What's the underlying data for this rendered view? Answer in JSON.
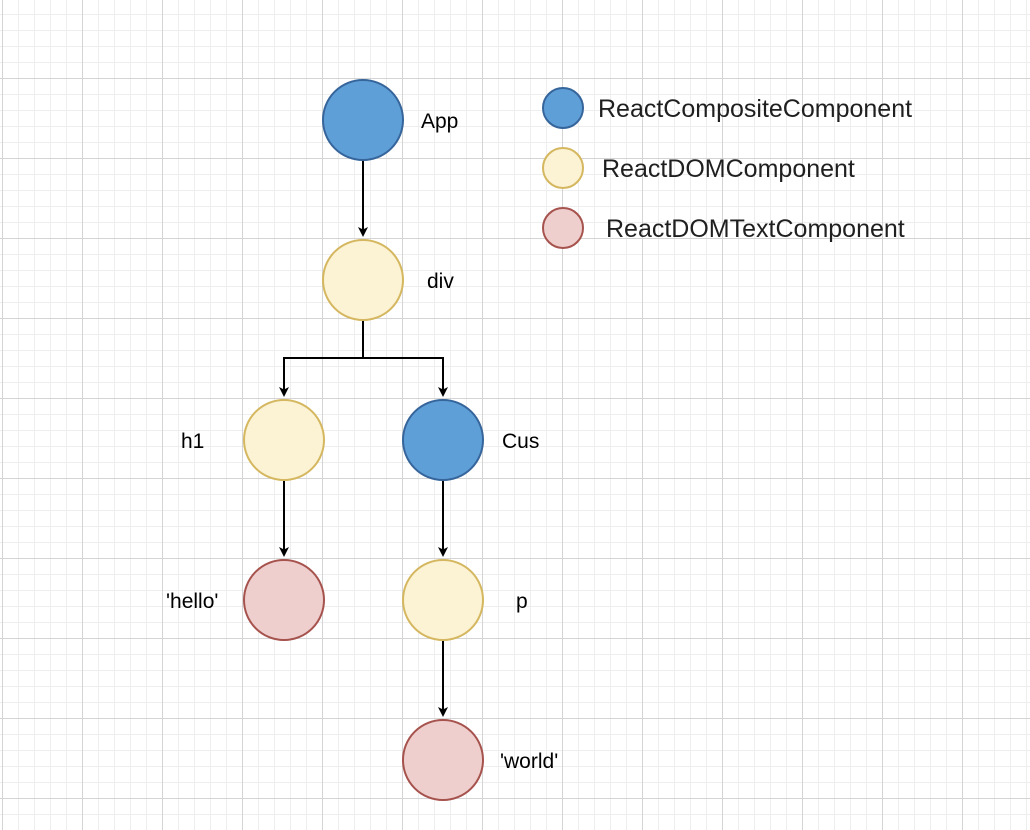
{
  "colors": {
    "composite_fill": "#5f9fd8",
    "composite_stroke": "#36659b",
    "dom_fill": "#fcf2d4",
    "dom_stroke": "#d4b75f",
    "text_fill": "#eecfcd",
    "text_stroke": "#a6524d",
    "edge": "#000000"
  },
  "legend": [
    {
      "kind": "composite",
      "label": "ReactCompositeComponent"
    },
    {
      "kind": "dom",
      "label": "ReactDOMComponent"
    },
    {
      "kind": "text",
      "label": "ReactDOMTextComponent"
    }
  ],
  "nodes": [
    {
      "id": "app",
      "label": "App",
      "kind": "composite"
    },
    {
      "id": "div",
      "label": "div",
      "kind": "dom"
    },
    {
      "id": "h1",
      "label": "h1",
      "kind": "dom"
    },
    {
      "id": "cus",
      "label": "Cus",
      "kind": "composite"
    },
    {
      "id": "hello",
      "label": "'hello'",
      "kind": "text"
    },
    {
      "id": "p",
      "label": "p",
      "kind": "dom"
    },
    {
      "id": "world",
      "label": "'world'",
      "kind": "text"
    }
  ],
  "edges": [
    {
      "from": "app",
      "to": "div"
    },
    {
      "from": "div",
      "to": "h1"
    },
    {
      "from": "div",
      "to": "cus"
    },
    {
      "from": "h1",
      "to": "hello"
    },
    {
      "from": "cus",
      "to": "p"
    },
    {
      "from": "p",
      "to": "world"
    }
  ]
}
